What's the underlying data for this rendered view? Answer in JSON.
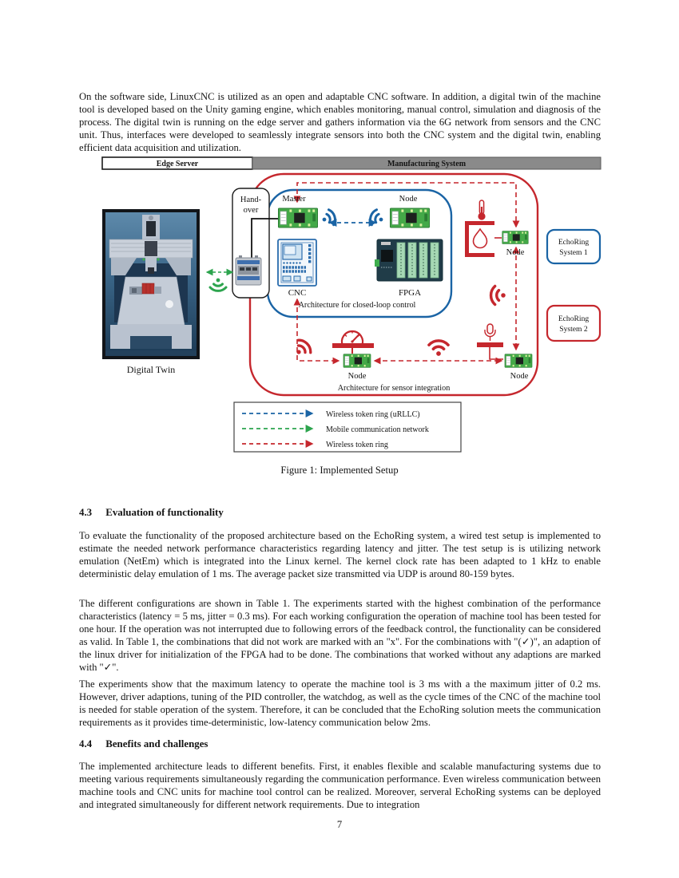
{
  "document": {
    "page_number": "7",
    "intro_paragraph": "On the software side, LinuxCNC is utilized as an open and adaptable CNC software. In addition, a digital twin of the machine tool is developed based on the Unity gaming engine, which enables monitoring, manual control, simulation and diagnosis of the process. The digital twin is running on the edge server and gathers information via the 6G network from sensors and the CNC unit. Thus, interfaces were developed to seamlessly integrate sensors into both the CNC system and the digital twin, enabling efficient data acquisition and utilization.",
    "sections": [
      {
        "number": "4.3",
        "title": "Evaluation of functionality",
        "paragraphs": [
          "To evaluate the functionality of the proposed architecture based on the EchoRing system, a wired test setup is implemented to estimate the needed network performance characteristics regarding latency and jitter. The test setup is is utilizing network emulation (NetEm) which is integrated into the Linux kernel. The kernel clock rate has been adapted to 1 kHz to enable deterministic delay emulation of 1 ms. The average packet size transmitted via UDP is around 80-159 bytes.",
          "The different configurations are shown in Table 1.  The experiments started with the highest combination of the performance characteristics (latency = 5 ms, jitter = 0.3 ms). For each working configuration the operation of machine tool has been tested for one hour. If the operation was not interrupted due to following errors of the feedback control, the functionality can be considered as valid. In Table 1, the combinations that did not work are marked with an \"x\". For the combinations with \"(✓)\", an adaption of the linux driver for initialization of the FPGA had to be done. The combinations that worked without any adaptions are marked with \"✓\".",
          "The experiments show that the maximum latency to operate the machine tool is 3 ms with a the maximum jitter of 0.2 ms. However, driver adaptions, tuning of the PID controller, the watchdog, as well as the cycle times of the CNC of the machine tool is needed for stable operation of the system. Therefore, it can be concluded that the EchoRing solution meets the communication requirements as it provides time-deterministic, low-latency communication below 2ms."
        ]
      },
      {
        "number": "4.4",
        "title": "Benefits and challenges",
        "paragraphs": [
          "The implemented architecture leads to different benefits. First, it enables flexible and scalable manufacturing systems due to meeting various requirements simultaneously regarding the communication performance.  Even wireless communication between machine tools and CNC units for machine tool control can be realized. Moreover, serveral EchoRing systems can be deployed and integrated simultaneously for different network requirements. Due to integration"
        ]
      }
    ]
  },
  "figure": {
    "caption": "Figure 1: Implemented Setup",
    "edge_server_label": "Edge Server",
    "manufacturing_system_label": "Manufacturing System",
    "digital_twin_label": "Digital Twin",
    "handover_label_line1": "Hand-",
    "handover_label_line2": "over",
    "master_label": "Master",
    "node_labels": [
      "Node",
      "Node",
      "Node",
      "Node"
    ],
    "cnc_label": "CNC",
    "fpga_label": "FPGA",
    "closed_loop_label": "Architecture for closed-loop control",
    "sensor_integration_label": "Architecture for sensor integration",
    "echoring_system1": [
      "EchoRing",
      "System 1"
    ],
    "echoring_system2": [
      "EchoRing",
      "System 2"
    ],
    "legend": [
      {
        "label": "Wireless token ring (uRLLC)",
        "color": "#1a64a5"
      },
      {
        "label": "Mobile communication network",
        "color": "#2da44e"
      },
      {
        "label": "Wireless token ring",
        "color": "#c5272d"
      }
    ],
    "colors": {
      "red": "#c5272d",
      "blue": "#1a64a5",
      "green": "#2da44e",
      "pcb_green": "#44a948",
      "header_gray": "#8a8a8a"
    }
  }
}
